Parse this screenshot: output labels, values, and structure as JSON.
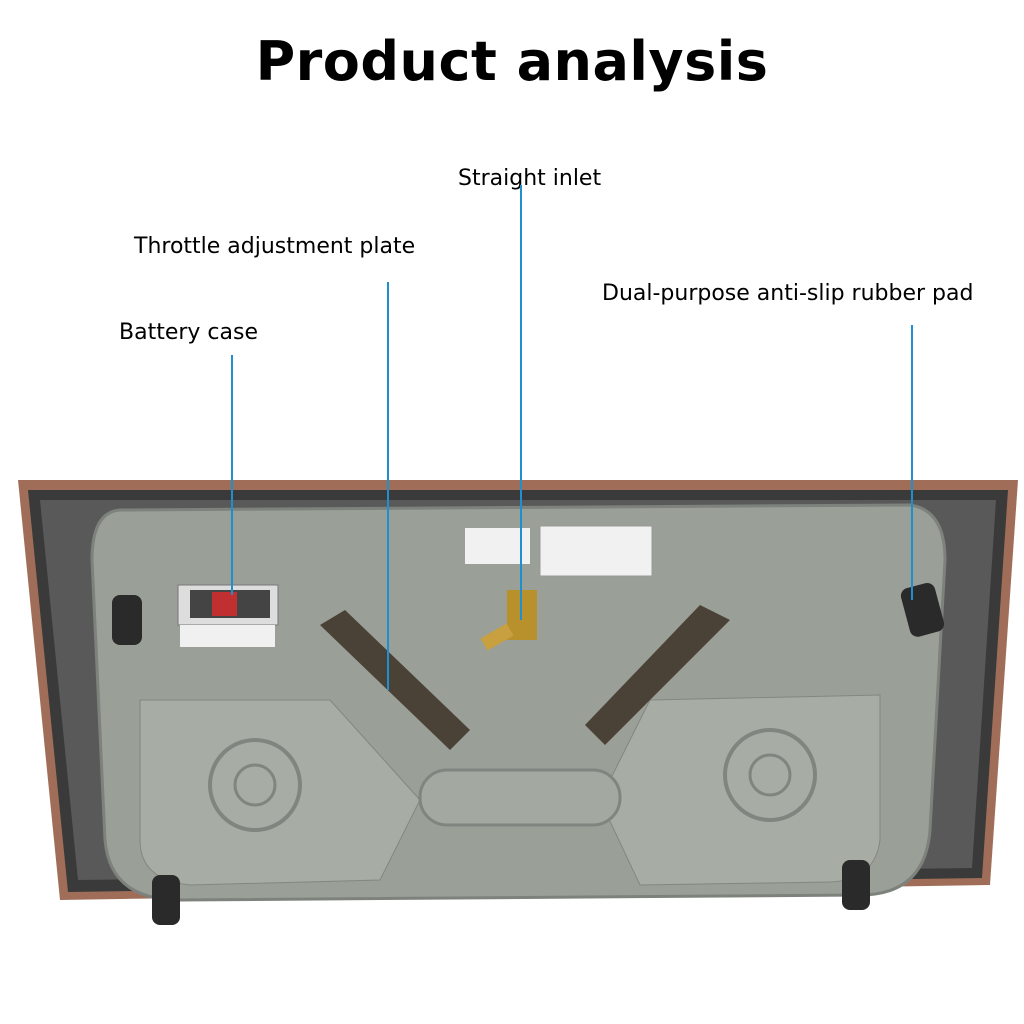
{
  "title": "Product analysis",
  "callouts": [
    {
      "id": "straight-inlet",
      "label": "Straight inlet"
    },
    {
      "id": "throttle-adjustment-plate",
      "label": "Throttle adjustment plate"
    },
    {
      "id": "battery-case",
      "label": "Battery case"
    },
    {
      "id": "anti-slip-rubber-pad",
      "label": "Dual-purpose anti-slip rubber pad"
    }
  ],
  "colors": {
    "leader_line": "#1e90d0",
    "base": "#9a9f98",
    "frame": "#a0705a"
  }
}
